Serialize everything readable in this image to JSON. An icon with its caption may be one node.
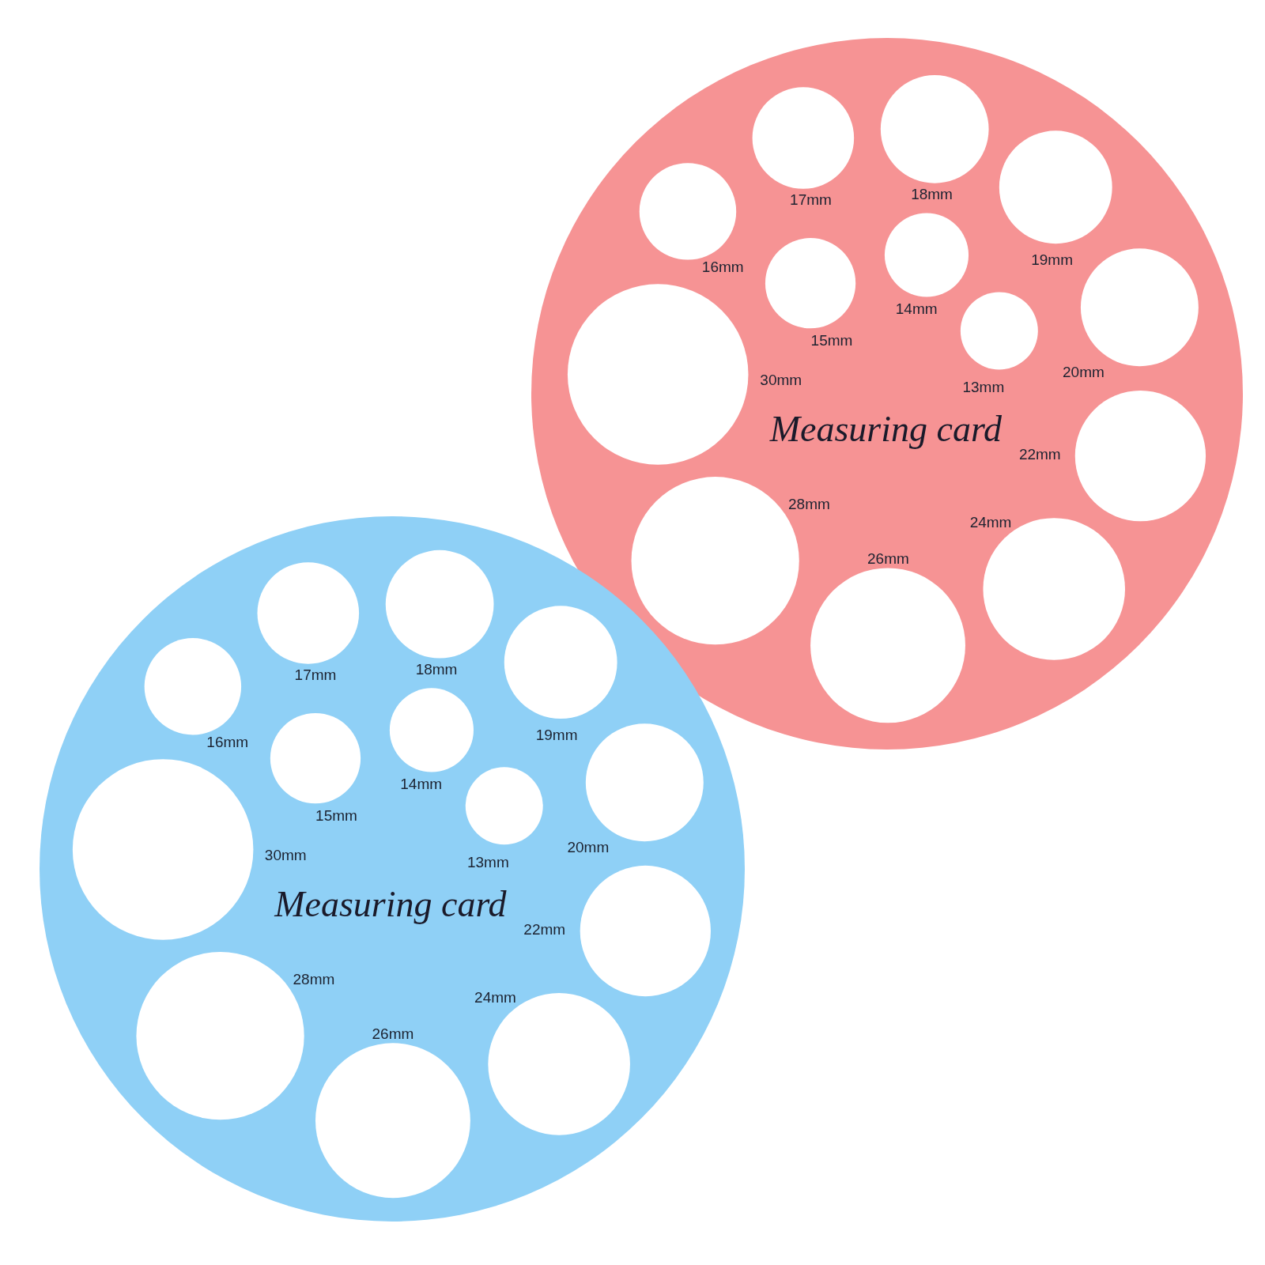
{
  "diagram": {
    "nodes": [
      {
        "text": [
          "17mm",
          "18mm",
          "16mm",
          "19mm",
          "14mm",
          "15mm",
          "13mm",
          "20mm",
          "30mm",
          "Measuring card",
          "22mm",
          "28mm",
          "24mm",
          "26mm"
        ]
      },
      {
        "text": [
          "17mm",
          "18mm",
          "16mm",
          "19mm",
          "14mm",
          "15mm",
          "13mm",
          "20mm",
          "30mm",
          "Measuring card",
          "22mm",
          "28mm",
          "24mm",
          "26mm"
        ]
      }
    ]
  }
}
